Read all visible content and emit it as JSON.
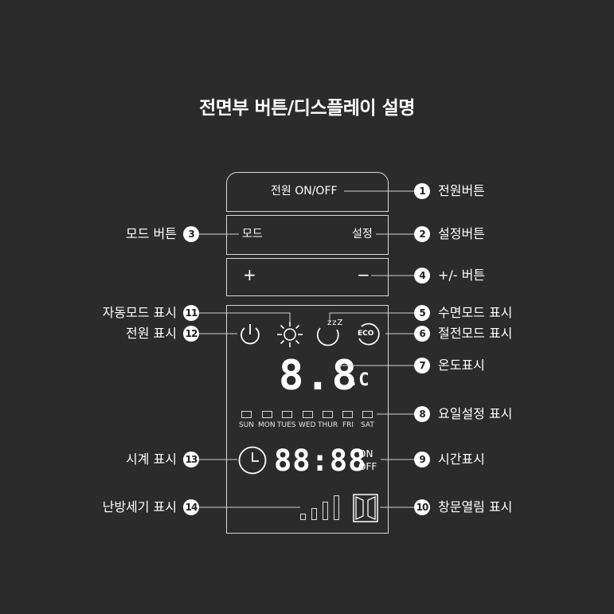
{
  "title": "전면부 버튼/디스플레이 설명",
  "panel": {
    "power_button_text": "전원 ON/OFF",
    "mode_button_text": "모드",
    "setting_button_text": "설정",
    "plus_text": "+",
    "minus_text": "−",
    "eco_text": "ECO",
    "sleep_text": "zzZ",
    "temperature_value": "8.8",
    "temperature_unit": ".C",
    "days": [
      "SUN",
      "MON",
      "TUES",
      "WED",
      "THUR",
      "FRI",
      "SAT"
    ],
    "time_value": "88:88",
    "time_on": "ON",
    "time_off": "OFF"
  },
  "labels": {
    "l1": {
      "num": "1",
      "text": "전원버튼"
    },
    "l2": {
      "num": "2",
      "text": "설정버튼"
    },
    "l3": {
      "num": "3",
      "text": "모드 버튼"
    },
    "l4": {
      "num": "4",
      "text": "+/- 버튼"
    },
    "l5": {
      "num": "5",
      "text": "수면모드 표시"
    },
    "l6": {
      "num": "6",
      "text": "절전모드 표시"
    },
    "l7": {
      "num": "7",
      "text": "온도표시"
    },
    "l8": {
      "num": "8",
      "text": "요일설정 표시"
    },
    "l9": {
      "num": "9",
      "text": "시간표시"
    },
    "l10": {
      "num": "10",
      "text": "창문열림 표시"
    },
    "l11": {
      "num": "11",
      "text": "자동모드 표시"
    },
    "l12": {
      "num": "12",
      "text": "전원 표시"
    },
    "l13": {
      "num": "13",
      "text": "시계 표시"
    },
    "l14": {
      "num": "14",
      "text": "난방세기 표시"
    }
  }
}
